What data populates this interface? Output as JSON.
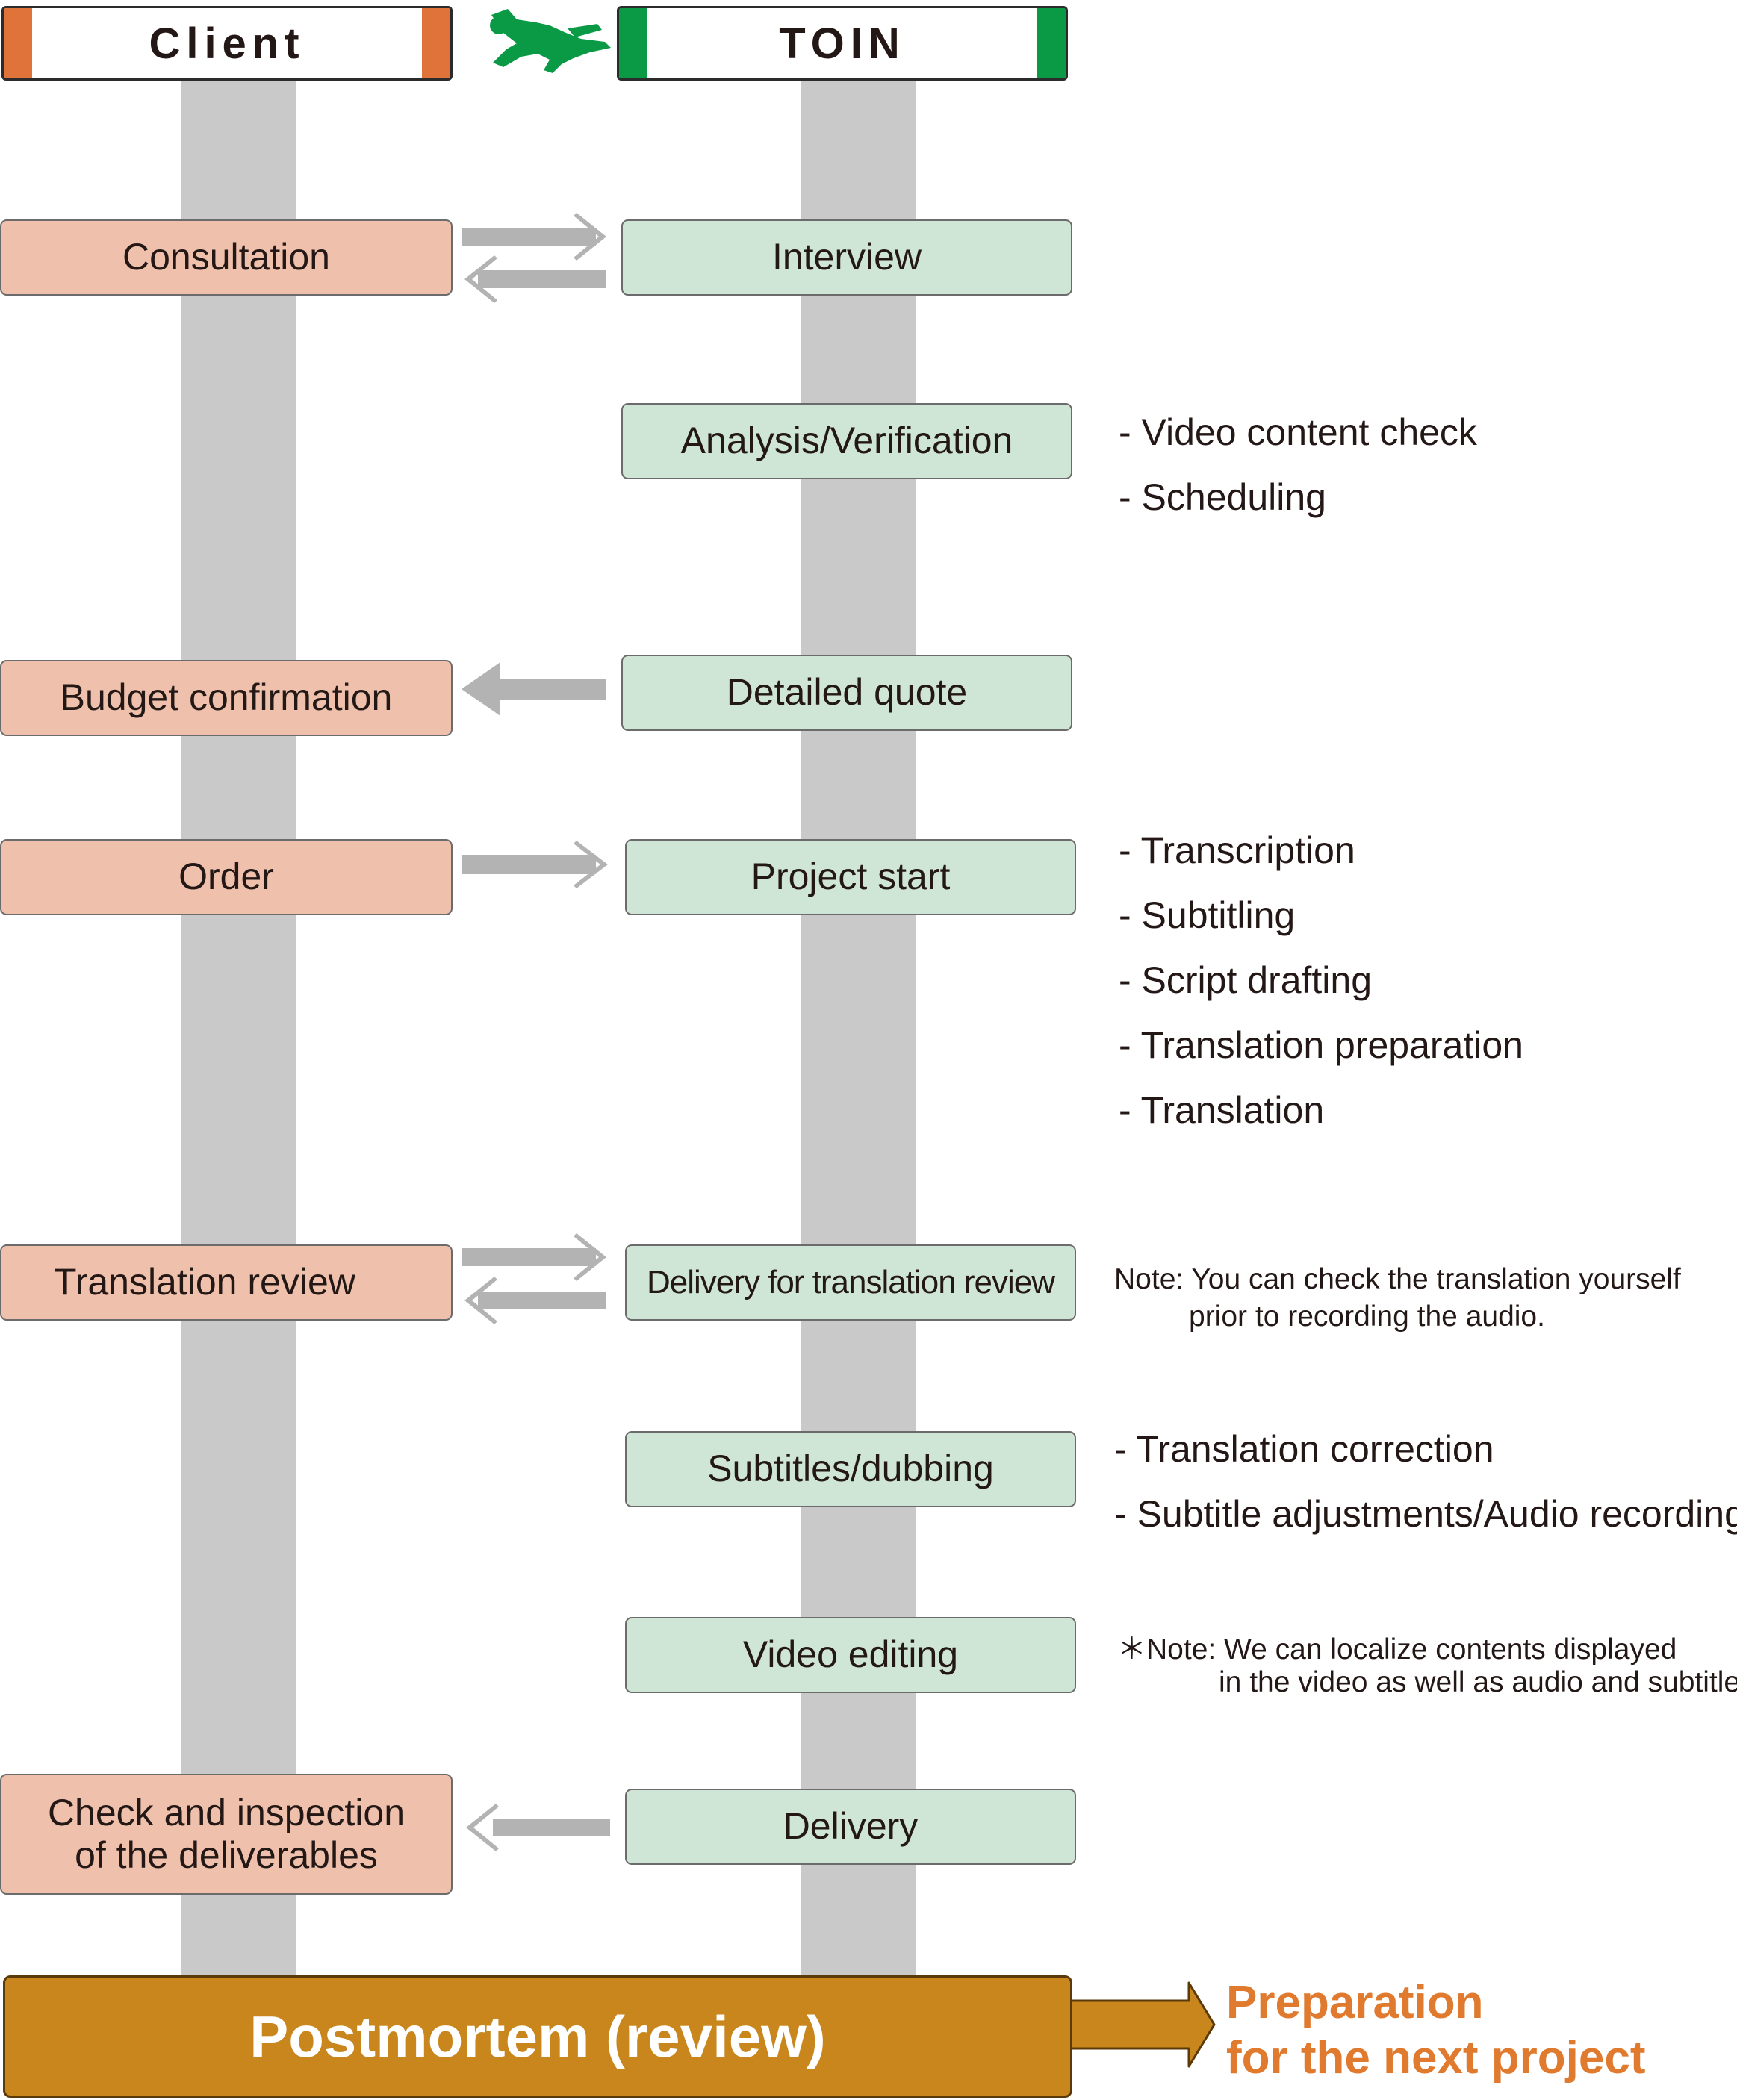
{
  "colors": {
    "client_cap": "#e0733a",
    "toin_cap": "#0a9a45",
    "client_box": "#efc1ad",
    "toin_box": "#cfe6d6",
    "lane": "#c9c9c9",
    "arrow": "#b3b3b3",
    "final_box": "#c8861c",
    "next_text": "#e07a2e"
  },
  "headers": {
    "client": "Client",
    "toin": "TOIN",
    "logo_icon": "running-figure-icon"
  },
  "client_steps": {
    "consultation": "Consultation",
    "budget": "Budget confirmation",
    "order": "Order",
    "review": "Translation review",
    "check_line1": "Check and inspection",
    "check_line2": "of the deliverables"
  },
  "toin_steps": {
    "interview": "Interview",
    "analysis": "Analysis/Verification",
    "quote": "Detailed quote",
    "project_start": "Project start",
    "delivery_review": "Delivery for translation review",
    "subtitles": "Subtitles/dubbing",
    "video_editing": "Video editing",
    "delivery": "Delivery"
  },
  "notes": {
    "analysis": [
      "- Video content check",
      "- Scheduling"
    ],
    "project_start": [
      "- Transcription",
      "- Subtitling",
      "- Script drafting",
      "- Translation preparation",
      "- Translation"
    ],
    "review_line1": "Note: You can check the translation yourself",
    "review_line2": "prior to recording the audio.",
    "subtitles": [
      "- Translation correction",
      "- Subtitle adjustments/Audio recording"
    ],
    "video_line1": "＊Note: We can localize contents displayed",
    "video_line2": "in the video as well as audio and subtitles"
  },
  "final": {
    "label": "Postmortem (review)",
    "next_line1": "Preparation",
    "next_line2": "for the next project"
  }
}
